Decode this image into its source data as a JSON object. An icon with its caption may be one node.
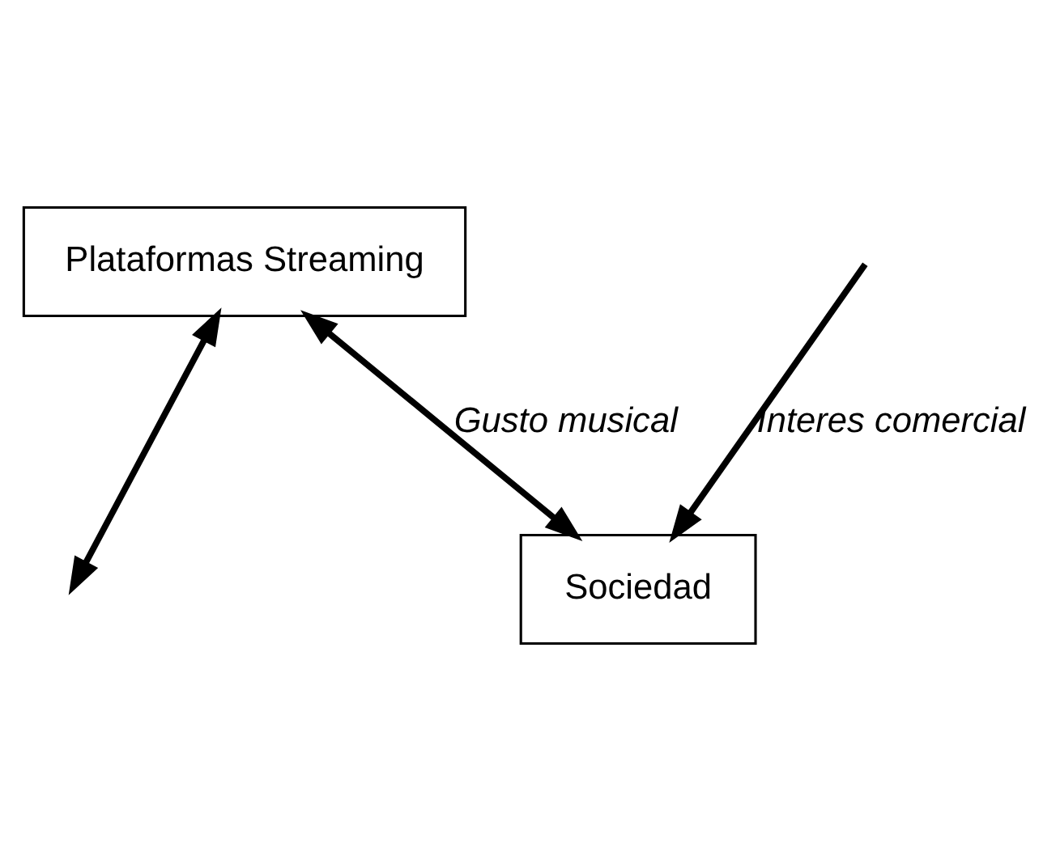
{
  "diagram": {
    "nodes": [
      {
        "text": [
          "Plataformas Streaming"
        ]
      },
      {
        "text": [
          "Sociedad"
        ]
      }
    ],
    "edges": [
      {
        "from": 0,
        "to": null,
        "arrow": "both"
      },
      {
        "from": null,
        "to": 1,
        "arrow": "to",
        "label": "Interes comercial"
      },
      {
        "from": 0,
        "to": 1,
        "arrow": "both",
        "label": "Gusto musical"
      }
    ]
  }
}
